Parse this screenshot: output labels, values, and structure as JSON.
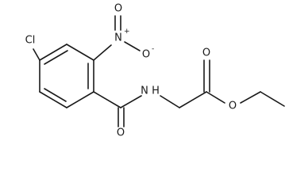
{
  "molecule": {
    "atoms": {
      "chlorine": "Cl",
      "nitro_nitrogen": "N",
      "nitro_n_charge": "+",
      "nitro_oxygen_top": "O",
      "nitro_oxygen_right": "O",
      "nitro_o_charge": "-",
      "amide_nitrogen": "N",
      "amide_hydrogen": "H",
      "amide_oxygen": "O",
      "ester_carbonyl_oxygen": "O",
      "ester_ether_oxygen": "O"
    }
  }
}
